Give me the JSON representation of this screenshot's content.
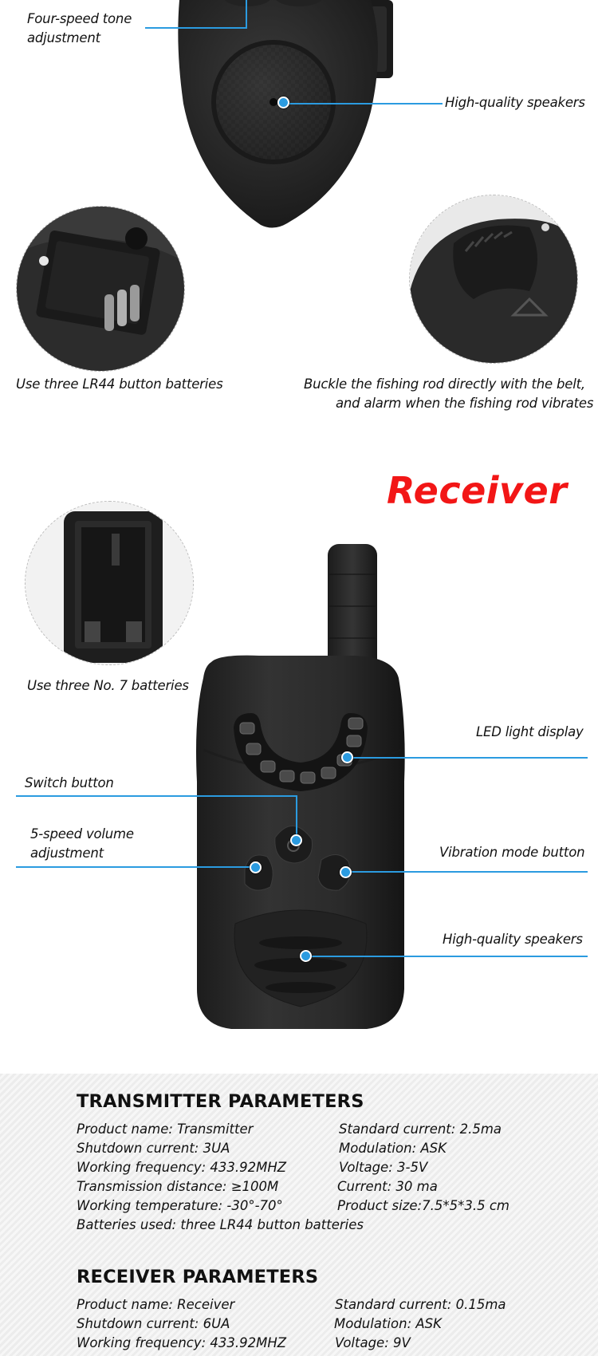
{
  "transmitter_labels": {
    "tone": [
      "Four-speed tone",
      "adjustment"
    ],
    "speaker": "High-quality speakers"
  },
  "transmitter_details": {
    "batteries": "Use three LR44 button batteries",
    "belt": [
      "Buckle the fishing rod directly with the belt,",
      "and alarm when the fishing rod vibrates"
    ]
  },
  "receiver": {
    "title": "Receiver",
    "batteries": "Use three No. 7 batteries",
    "led": "LED light display",
    "switch": "Switch button",
    "volume": [
      "5-speed volume",
      "adjustment"
    ],
    "vibration": "Vibration mode button",
    "speaker": "High-quality speakers"
  },
  "transmitter_params": {
    "heading": "TRANSMITTER PARAMETERS",
    "left": [
      "Product name: Transmitter",
      "Shutdown current: 3UA",
      "Working frequency: 433.92MHZ",
      "Transmission distance: ≥100M",
      "Working temperature: -30°-70°",
      "Batteries used: three LR44 button batteries"
    ],
    "right": [
      "Standard current: 2.5ma",
      "Modulation: ASK",
      "Voltage: 3-5V",
      "Current: 30 ma",
      "Product size:7.5*5*3.5 cm"
    ]
  },
  "receiver_params": {
    "heading": "RECEIVER PARAMETERS",
    "left": [
      "Product name: Receiver",
      "Shutdown current: 6UA",
      "Working frequency: 433.92MHZ"
    ],
    "right": [
      "Standard current: 0.15ma",
      "Modulation: ASK",
      "Voltage: 9V"
    ]
  },
  "colors": {
    "accent_line": "#2b9be0",
    "title_red": "#f21616",
    "device_body": "#2a2a2a"
  }
}
